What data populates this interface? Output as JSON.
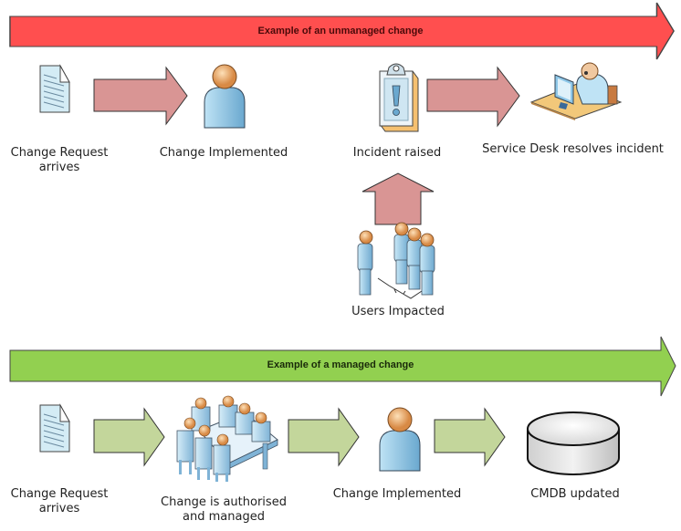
{
  "colors": {
    "unmanaged_banner": "#ff4f4f",
    "managed_banner": "#92d050",
    "unmanaged_arrow": "#d99594",
    "managed_arrow": "#c3d69b",
    "banner_text_unmanaged": "#4a0a0a",
    "banner_text_managed": "#1a2a0a",
    "outline": "#333333"
  },
  "unmanaged": {
    "banner_label": "Example of an unmanaged change",
    "steps": [
      {
        "label_line1": "Change Request",
        "label_line2": "arrives",
        "icon": "document-icon"
      },
      {
        "label_line1": "Change Implemented",
        "label_line2": "",
        "icon": "user-icon"
      },
      {
        "label_line1": "Incident raised",
        "label_line2": "",
        "icon": "clipboard-alert-icon"
      },
      {
        "label_line1": "Service Desk resolves incident",
        "label_line2": "",
        "icon": "service-desk-icon"
      }
    ],
    "impact": {
      "label": "Users Impacted",
      "icon": "users-group-icon"
    }
  },
  "managed": {
    "banner_label": "Example of a managed change",
    "steps": [
      {
        "label_line1": "Change Request",
        "label_line2": "arrives",
        "icon": "document-icon"
      },
      {
        "label_line1": "Change is authorised",
        "label_line2": "and managed",
        "icon": "meeting-table-icon"
      },
      {
        "label_line1": "Change Implemented",
        "label_line2": "",
        "icon": "user-icon"
      },
      {
        "label_line1": "CMDB updated",
        "label_line2": "",
        "icon": "database-icon"
      }
    ]
  }
}
